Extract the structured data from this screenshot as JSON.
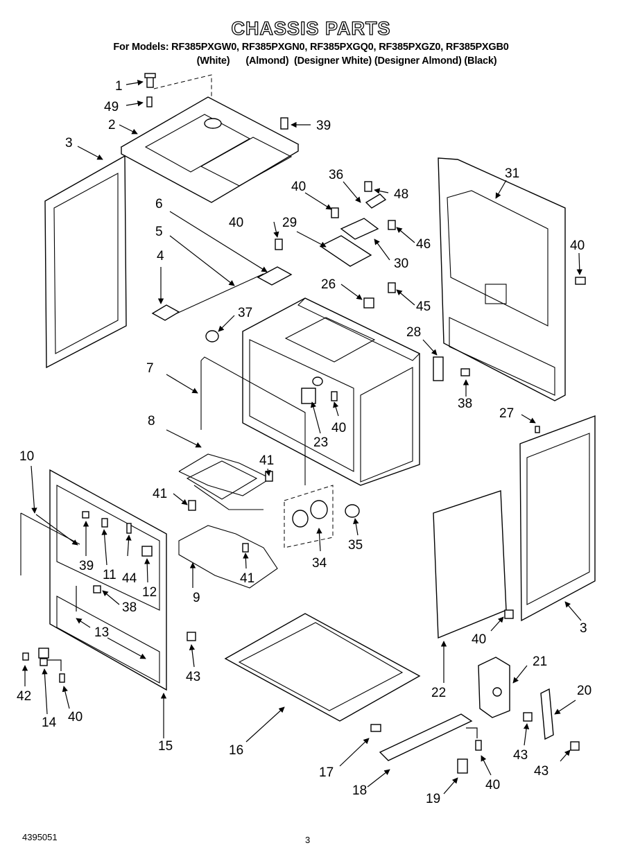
{
  "header": {
    "title": "CHASSIS PARTS",
    "models": "For Models: RF385PXGW0, RF385PXGN0, RF385PXGQ0, RF385PXGZ0, RF385PXGB0",
    "finishes": "(White)      (Almond)  (Designer White) (Designer Almond) (Black)"
  },
  "footer": {
    "doc_number": "4395051",
    "page_number": "3"
  },
  "callouts": {
    "c1": "1",
    "c2": "2",
    "c3a": "3",
    "c3b": "3",
    "c4": "4",
    "c5": "5",
    "c6": "6",
    "c7": "7",
    "c8": "8",
    "c9": "9",
    "c10": "10",
    "c11": "11",
    "c12": "12",
    "c13": "13",
    "c14": "14",
    "c15": "15",
    "c16": "16",
    "c17": "17",
    "c18": "18",
    "c19": "19",
    "c20": "20",
    "c21": "21",
    "c22": "22",
    "c23": "23",
    "c26": "26",
    "c27": "27",
    "c28": "28",
    "c29": "29",
    "c30": "30",
    "c31": "31",
    "c34": "34",
    "c35": "35",
    "c36": "36",
    "c37": "37",
    "c38a": "38",
    "c38b": "38",
    "c39a": "39",
    "c39b": "39",
    "c40a": "40",
    "c40b": "40",
    "c40c": "40",
    "c40d": "40",
    "c40e": "40",
    "c40f": "40",
    "c40g": "40",
    "c41a": "41",
    "c41b": "41",
    "c41c": "41",
    "c42": "42",
    "c43a": "43",
    "c43b": "43",
    "c43c": "43",
    "c44": "44",
    "c45": "45",
    "c46": "46",
    "c48": "48",
    "c49": "49"
  }
}
